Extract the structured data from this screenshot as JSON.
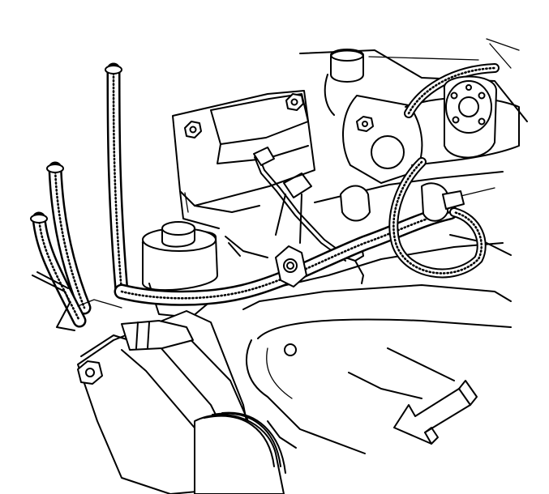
{
  "figure": {
    "type": "line-art technical illustration",
    "annotation_text": "",
    "colors": {
      "ink": "#000000",
      "paper": "#ffffff"
    },
    "parts": [
      {
        "name": "mounting-bracket"
      },
      {
        "name": "bracket-bolt-upper-left"
      },
      {
        "name": "bracket-bolt-upper-right"
      },
      {
        "name": "nut-on-rod"
      },
      {
        "name": "throttle-linkage-rod"
      },
      {
        "name": "connector-bracket"
      },
      {
        "name": "round-canister"
      },
      {
        "name": "wiring-harness-corrugated-conduit"
      },
      {
        "name": "engine-block-casting"
      },
      {
        "name": "steering-rack-assembly"
      },
      {
        "name": "mounting-bolt"
      },
      {
        "name": "vertical-conduits"
      },
      {
        "name": "distributor-cap-round-connector"
      },
      {
        "name": "direction-arrow"
      }
    ]
  }
}
